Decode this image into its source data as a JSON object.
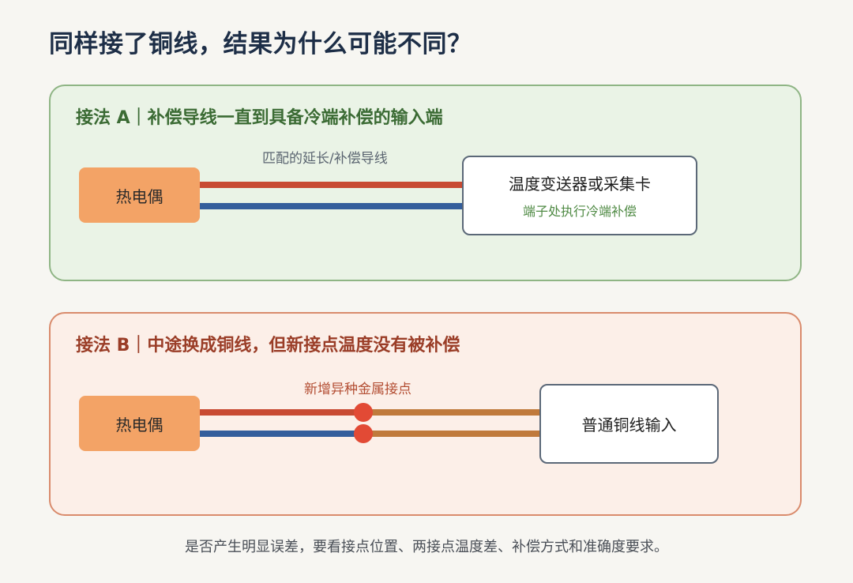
{
  "title": "同样接了铜线，结果为什么可能不同？",
  "panel_a": {
    "heading": "接法 A｜补偿导线一直到具备冷端补偿的输入端",
    "wire_label": "匹配的延长/补偿导线",
    "source_label": "热电偶",
    "device_title": "温度变送器或采集卡",
    "device_subtitle": "端子处执行冷端补偿"
  },
  "panel_b": {
    "heading": "接法 B｜中途换成铜线，但新接点温度没有被补偿",
    "wire_label": "新增异种金属接点",
    "source_label": "热电偶",
    "device_title": "普通铜线输入"
  },
  "footer": "是否产生明显误差，要看接点位置、两接点温度差、补偿方式和准确度要求。",
  "colors": {
    "wire_red": "#c84a32",
    "wire_blue": "#345e9c",
    "copper": "#c07a3c",
    "junction": "#e24a35",
    "thermocouple": "#f3a366",
    "panel_a_border": "#8fb585",
    "panel_b_border": "#d98b6c"
  }
}
